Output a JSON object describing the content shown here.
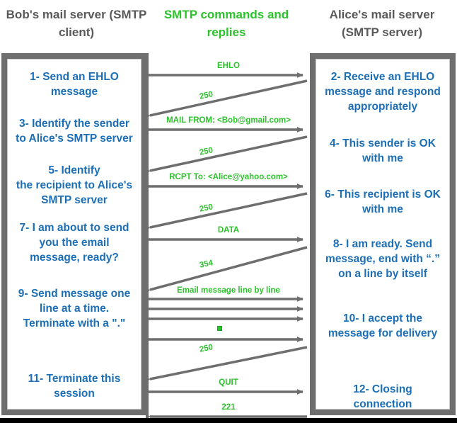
{
  "headers": {
    "left": "Bob's mail server\n(SMTP client)",
    "middle": "SMTP commands and\nreplies",
    "right": "Alice's mail server\n(SMTP server)"
  },
  "colors": {
    "client_text": "#1c6fb6",
    "header_gray": "#595959",
    "protocol_green": "#2cc22c",
    "arrow_gray": "#6e6e6e",
    "panel_border": "#6e6e6e"
  },
  "client_steps": [
    {
      "id": 1,
      "text": "1- Send an EHLO\nmessage"
    },
    {
      "id": 3,
      "text": "3- Identify the sender\nto Alice's SMTP server"
    },
    {
      "id": 5,
      "text": "5- Identify\nthe recipient to Alice's\nSMTP server"
    },
    {
      "id": 7,
      "text": "7- I am about to send\nyou the email\nmessage, ready?"
    },
    {
      "id": 9,
      "text": "9- Send message one\nline at a time.\nTerminate with a \".\""
    },
    {
      "id": 11,
      "text": "11- Terminate this\nsession"
    }
  ],
  "server_steps": [
    {
      "id": 2,
      "text": "2- Receive an EHLO\nmessage and respond\nappropriately"
    },
    {
      "id": 4,
      "text": "4- This sender is OK\nwith me"
    },
    {
      "id": 6,
      "text": "6- This recipient is OK\nwith me"
    },
    {
      "id": 8,
      "text": "8-  I am ready. Send\nmessage, end with “.”\non a line by itself"
    },
    {
      "id": 10,
      "text": "10-  I accept the\nmessage for delivery"
    },
    {
      "id": 12,
      "text": "12-  Closing\nconnection"
    }
  ],
  "messages": [
    {
      "seq": 1,
      "label": "EHLO",
      "direction": "client-to-server",
      "style": "horizontal"
    },
    {
      "seq": 2,
      "label": "250",
      "direction": "server-to-client",
      "style": "diagonal"
    },
    {
      "seq": 3,
      "label": "MAIL FROM: <Bob@gmail.com>",
      "direction": "client-to-server",
      "style": "horizontal"
    },
    {
      "seq": 4,
      "label": "250",
      "direction": "server-to-client",
      "style": "diagonal"
    },
    {
      "seq": 5,
      "label": "RCPT To: <Alice@yahoo.com>",
      "direction": "client-to-server",
      "style": "horizontal"
    },
    {
      "seq": 6,
      "label": "250",
      "direction": "server-to-client",
      "style": "diagonal"
    },
    {
      "seq": 7,
      "label": "DATA",
      "direction": "client-to-server",
      "style": "horizontal"
    },
    {
      "seq": 8,
      "label": "354",
      "direction": "server-to-client",
      "style": "diagonal"
    },
    {
      "seq": 9,
      "label": "Email message line by line",
      "direction": "client-to-server",
      "style": "horizontal"
    },
    {
      "seq": 10,
      "label": "",
      "direction": "client-to-server",
      "style": "horizontal"
    },
    {
      "seq": 11,
      "label": "",
      "direction": "client-to-server",
      "style": "horizontal"
    },
    {
      "seq": 12,
      "label": "",
      "direction": "client-to-server",
      "style": "horizontal"
    },
    {
      "seq": 13,
      "label": "250",
      "direction": "server-to-client",
      "style": "diagonal"
    },
    {
      "seq": 14,
      "label": "QUIT",
      "direction": "client-to-server",
      "style": "horizontal"
    },
    {
      "seq": 15,
      "label": "221",
      "direction": "server-to-client",
      "style": "horizontal"
    }
  ],
  "end_of_data_marker": "."
}
